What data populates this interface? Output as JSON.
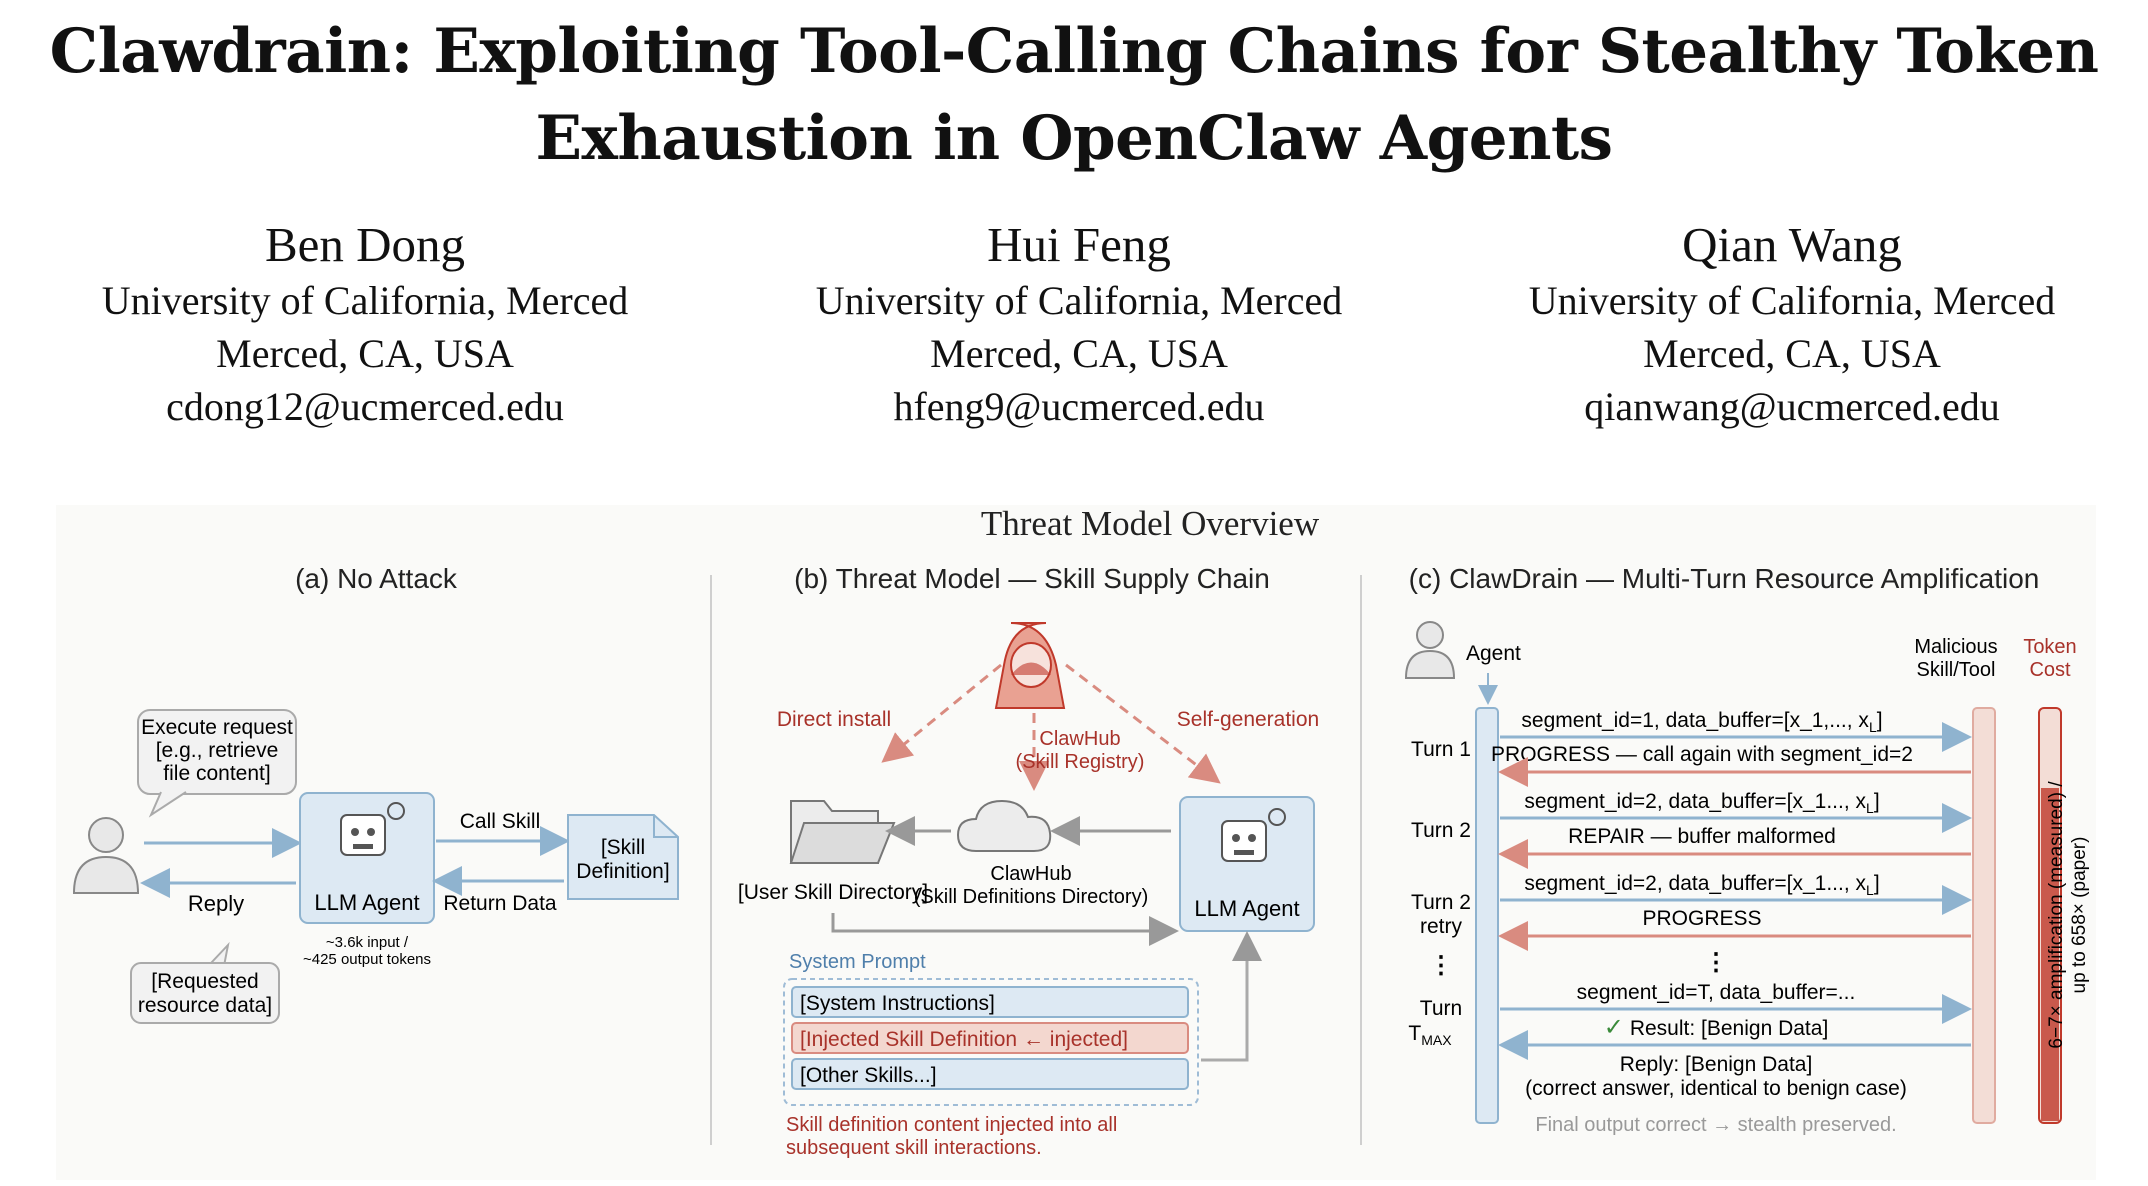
{
  "paper": {
    "title_line1": "Clawdrain: Exploiting Tool-Calling Chains for Stealthy Token",
    "title_line2": "Exhaustion in OpenClaw Agents",
    "authors": [
      {
        "name": "Ben Dong",
        "affiliation": "University of California, Merced",
        "location": "Merced, CA, USA",
        "email": "cdong12@ucmerced.edu"
      },
      {
        "name": "Hui Feng",
        "affiliation": "University of California, Merced",
        "location": "Merced, CA, USA",
        "email": "hfeng9@ucmerced.edu"
      },
      {
        "name": "Qian Wang",
        "affiliation": "University of California, Merced",
        "location": "Merced, CA, USA",
        "email": "qianwang@ucmerced.edu"
      }
    ]
  },
  "figure": {
    "title": "Threat Model Overview",
    "colors": {
      "blue_box": "#dde9f3",
      "blue_line": "#8fb3cf",
      "red": "#c0392b",
      "red_fill": "#f3d7cf",
      "gray": "#777777"
    },
    "panel_a": {
      "title": "(a) No Attack",
      "request_bubble": [
        "Execute request",
        "[e.g., retrieve",
        "file content]"
      ],
      "agent_label": "LLM Agent",
      "call_skill": "Call Skill",
      "return_data": "Return Data",
      "reply": "Reply",
      "skill_def": [
        "[Skill",
        "Definition]"
      ],
      "tokens": [
        "~3.6k input /",
        "~425 output tokens"
      ],
      "resource_bubble": [
        "[Requested",
        "resource data]"
      ]
    },
    "panel_b": {
      "title": "(b) Threat Model — Skill Supply Chain",
      "direct_install": "Direct install",
      "self_generation": "Self-generation",
      "clawhub_registry": [
        "ClawHub",
        "(Skill Registry)"
      ],
      "user_dir": "[User Skill Directory]",
      "clawhub_dir": [
        "ClawHub",
        "(Skill Definitions Directory)"
      ],
      "agent_label": "LLM Agent",
      "system_prompt": "System Prompt",
      "rows": [
        "[System Instructions]",
        "[Injected Skill Definition ← injected]",
        "[Other Skills...]"
      ],
      "note": [
        "Skill definition content injected into all",
        "subsequent skill interactions."
      ]
    },
    "panel_c": {
      "title": "(c) ClawDrain — Multi-Turn Resource Amplification",
      "agent": "Agent",
      "malicious": [
        "Malicious",
        "Skill/Tool"
      ],
      "token_cost": [
        "Token",
        "Cost"
      ],
      "turns": [
        "Turn 1",
        "Turn 2",
        "Turn 2",
        "retry",
        "⋮",
        "Turn",
        "T",
        "MAX"
      ],
      "messages": [
        "segment_id=1, data_buffer=[x_1,..., x",
        "PROGRESS — call again with segment_id=2",
        "segment_id=2, data_buffer=[x_1..., x",
        "REPAIR — buffer malformed",
        "segment_id=2, data_buffer=[x_1..., x",
        "PROGRESS",
        "⋮",
        "segment_id=T, data_buffer=...",
        "Result: [Benign Data]",
        "Reply: [Benign Data]",
        "(correct answer, identical to benign case)"
      ],
      "subscript_L": "L",
      "checkmark": "✓",
      "amplification": [
        "6−7× amplification (measured) /",
        "up to 658× (paper)"
      ],
      "footer": "Final output correct → stealth preserved."
    }
  }
}
